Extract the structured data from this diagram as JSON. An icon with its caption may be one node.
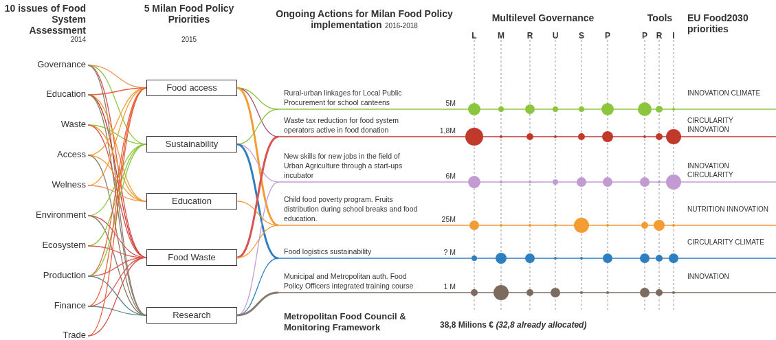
{
  "diagram": {
    "nodes": [
      {
        "text": [
          "Governance"
        ]
      },
      {
        "text": [
          "Education"
        ]
      },
      {
        "text": [
          "Waste"
        ]
      },
      {
        "text": [
          "Access"
        ]
      },
      {
        "text": [
          "Welness"
        ]
      },
      {
        "text": [
          "Environment"
        ]
      },
      {
        "text": [
          "Ecosystem"
        ]
      },
      {
        "text": [
          "Production"
        ]
      },
      {
        "text": [
          "Finance"
        ]
      },
      {
        "text": [
          "Trade"
        ]
      },
      {
        "text": [
          "Food access"
        ]
      },
      {
        "text": [
          "Sustainability"
        ]
      },
      {
        "text": [
          "Education"
        ]
      },
      {
        "text": [
          "Food Waste"
        ]
      },
      {
        "text": [
          "Research"
        ]
      },
      {
        "text": [
          "Rural-urban linkages for Local Public Procurement for school canteens"
        ],
        "beside": [
          "5M"
        ]
      },
      {
        "text": [
          "Waste tax reduction for food system operators active in food donation"
        ],
        "beside": [
          "1,8M"
        ]
      },
      {
        "text": [
          "New skills for new jobs in the field of Urban Agriculture through a start-ups incubator"
        ],
        "beside": [
          "6M"
        ]
      },
      {
        "text": [
          "Child food poverty program. Fruits distribution during school breaks and food education."
        ],
        "beside": [
          "25M"
        ]
      },
      {
        "text": [
          "Food logistics sustainability"
        ],
        "beside": [
          "? M"
        ]
      },
      {
        "text": [
          "Municipal and Metropolitan auth. Food Policy Officers integrated training course"
        ],
        "beside": [
          "1 M"
        ]
      }
    ],
    "edges": [
      {
        "from": 0,
        "to": 10,
        "arrow": "none",
        "color": "#f0955a"
      },
      {
        "from": 0,
        "to": 11,
        "arrow": "none",
        "color": "#8cc63f"
      },
      {
        "from": 0,
        "to": 13,
        "arrow": "none",
        "color": "#d9534f"
      },
      {
        "from": 0,
        "to": 14,
        "arrow": "none",
        "color": "#8a7a6a"
      },
      {
        "from": 1,
        "to": 10,
        "arrow": "none",
        "color": "#e8603c"
      },
      {
        "from": 1,
        "to": 12,
        "arrow": "none",
        "color": "#f39c33"
      },
      {
        "from": 1,
        "to": 13,
        "arrow": "none",
        "color": "#c0392b"
      },
      {
        "from": 1,
        "to": 14,
        "arrow": "none",
        "color": "#8a7a6a"
      },
      {
        "from": 2,
        "to": 11,
        "arrow": "none",
        "color": "#8cc63f"
      },
      {
        "from": 2,
        "to": 12,
        "arrow": "none",
        "color": "#f39c33"
      },
      {
        "from": 2,
        "to": 13,
        "arrow": "none",
        "color": "#d9534f"
      },
      {
        "from": 3,
        "to": 10,
        "arrow": "none",
        "color": "#f39c33"
      },
      {
        "from": 3,
        "to": 12,
        "arrow": "none",
        "color": "#f39c33"
      },
      {
        "from": 3,
        "to": 14,
        "arrow": "none",
        "color": "#8a7a6a"
      },
      {
        "from": 4,
        "to": 10,
        "arrow": "none",
        "color": "#f39c33"
      },
      {
        "from": 4,
        "to": 12,
        "arrow": "none",
        "color": "#f0955a"
      },
      {
        "from": 5,
        "to": 11,
        "arrow": "none",
        "color": "#8cc63f"
      },
      {
        "from": 5,
        "to": 13,
        "arrow": "none",
        "color": "#d9534f"
      },
      {
        "from": 5,
        "to": 14,
        "arrow": "none",
        "color": "#8a7a6a"
      },
      {
        "from": 6,
        "to": 11,
        "arrow": "none",
        "color": "#8cc63f"
      },
      {
        "from": 6,
        "to": 13,
        "arrow": "none",
        "color": "#d9534f"
      },
      {
        "from": 7,
        "to": 10,
        "arrow": "none",
        "color": "#e8603c"
      },
      {
        "from": 7,
        "to": 11,
        "arrow": "none",
        "color": "#8cc63f"
      },
      {
        "from": 7,
        "to": 13,
        "arrow": "none",
        "color": "#d9534f"
      },
      {
        "from": 7,
        "to": 14,
        "arrow": "none",
        "color": "#5a8a8a"
      },
      {
        "from": 8,
        "to": 10,
        "arrow": "none",
        "color": "#e8603c"
      },
      {
        "from": 8,
        "to": 13,
        "arrow": "none",
        "color": "#d9534f"
      },
      {
        "from": 8,
        "to": 14,
        "arrow": "none",
        "color": "#5a8a8a"
      },
      {
        "from": 9,
        "to": 10,
        "arrow": "none",
        "color": "#e8603c"
      },
      {
        "from": 9,
        "to": 13,
        "arrow": "none",
        "color": "#d9534f"
      },
      {
        "from": 10,
        "to": 15,
        "arrow": "none",
        "color": "#8cc63f"
      },
      {
        "from": 10,
        "to": 16,
        "arrow": "none",
        "color": "#a05070"
      },
      {
        "from": 10,
        "to": 18,
        "arrow": "none",
        "style": "thick",
        "color": "#f39c33"
      },
      {
        "from": 11,
        "to": 15,
        "arrow": "none",
        "color": "#8cc63f"
      },
      {
        "from": 11,
        "to": 17,
        "arrow": "none",
        "color": "#c39bd3"
      },
      {
        "from": 11,
        "to": 19,
        "arrow": "none",
        "style": "thick",
        "color": "#2e7fc0"
      },
      {
        "from": 12,
        "to": 18,
        "arrow": "none",
        "color": "#f39c33"
      },
      {
        "from": 13,
        "to": 16,
        "arrow": "none",
        "style": "thick",
        "color": "#d9534f"
      },
      {
        "from": 13,
        "to": 18,
        "arrow": "none",
        "color": "#f39c33"
      },
      {
        "from": 14,
        "to": 17,
        "arrow": "none",
        "color": "#c39bd3"
      },
      {
        "from": 14,
        "to": 19,
        "arrow": "none",
        "color": "#2e7fc0"
      },
      {
        "from": 14,
        "to": 20,
        "arrow": "none",
        "style": "thick",
        "color": "#8a7a6a"
      }
    ],
    "labels": [
      "10 issues of Food System Assessment",
      "2014",
      "5 Milan Food Policy Priorities",
      "2015",
      "Ongoing Actions for Milan Food Policy implementation",
      "2016-2018",
      "Multilevel Governance",
      "Tools",
      "EU Food2030 priorities",
      "L",
      "M",
      "R",
      "U",
      "S",
      "P",
      "P",
      "R",
      "I",
      "INNOVATION CLIMATE",
      "CIRCULARITY INNOVATION",
      "INNOVATION CIRCULARITY",
      "NUTRITION INNOVATION",
      "CIRCULARITY CLIMATE",
      "INNOVATION",
      "Metropolitan Food Council & Monitoring Framework",
      "38,8 Milions € *(32,8 already allocated)*"
    ]
  }
}
